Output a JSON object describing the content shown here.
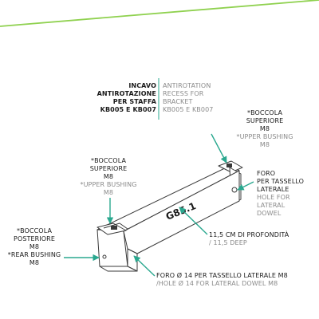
{
  "colors": {
    "accent": "#8fd14f",
    "arrow": "#2aa88f",
    "outline": "#3a3a3a",
    "text_main": "#1a1a1a",
    "text_secondary": "#8a8a8a"
  },
  "product_code": "G85.1",
  "labels": {
    "antirotation_it": [
      "INCAVO",
      "ANTIROTAZIONE",
      "PER STAFFA",
      "KB005 E KB007"
    ],
    "antirotation_en": [
      "ANTIROTATION",
      "RECESS FOR",
      "BRACKET",
      "KB005 E KB007"
    ],
    "upper_bushing_right_it": [
      "*BOCCOLA",
      "SUPERIORE",
      "M8"
    ],
    "upper_bushing_right_en": [
      "*UPPER BUSHING",
      "M8"
    ],
    "upper_bushing_left_it": [
      "*BOCCOLA",
      "SUPERIORE",
      "M8"
    ],
    "upper_bushing_left_en": [
      "*UPPER BUSHING",
      "M8"
    ],
    "lateral_hole_it": [
      "FORO",
      "PER TASSELLO",
      "LATERALE"
    ],
    "lateral_hole_en": [
      "HOLE FOR",
      "LATERAL",
      "DOWEL"
    ],
    "depth_it": "11,5 CM DI PROFONDITÀ",
    "depth_en": "/ 11,5 DEEP",
    "rear_bushing": [
      "*BOCCOLA",
      "POSTERIORE",
      "M8",
      "*REAR BUSHING",
      "M8"
    ],
    "side_hole_it": "FORO Ø 14 PER TASSELLO LATERALE M8",
    "side_hole_en": "/HOLE Ø 14 FOR LATERAL DOWEL  M8"
  }
}
